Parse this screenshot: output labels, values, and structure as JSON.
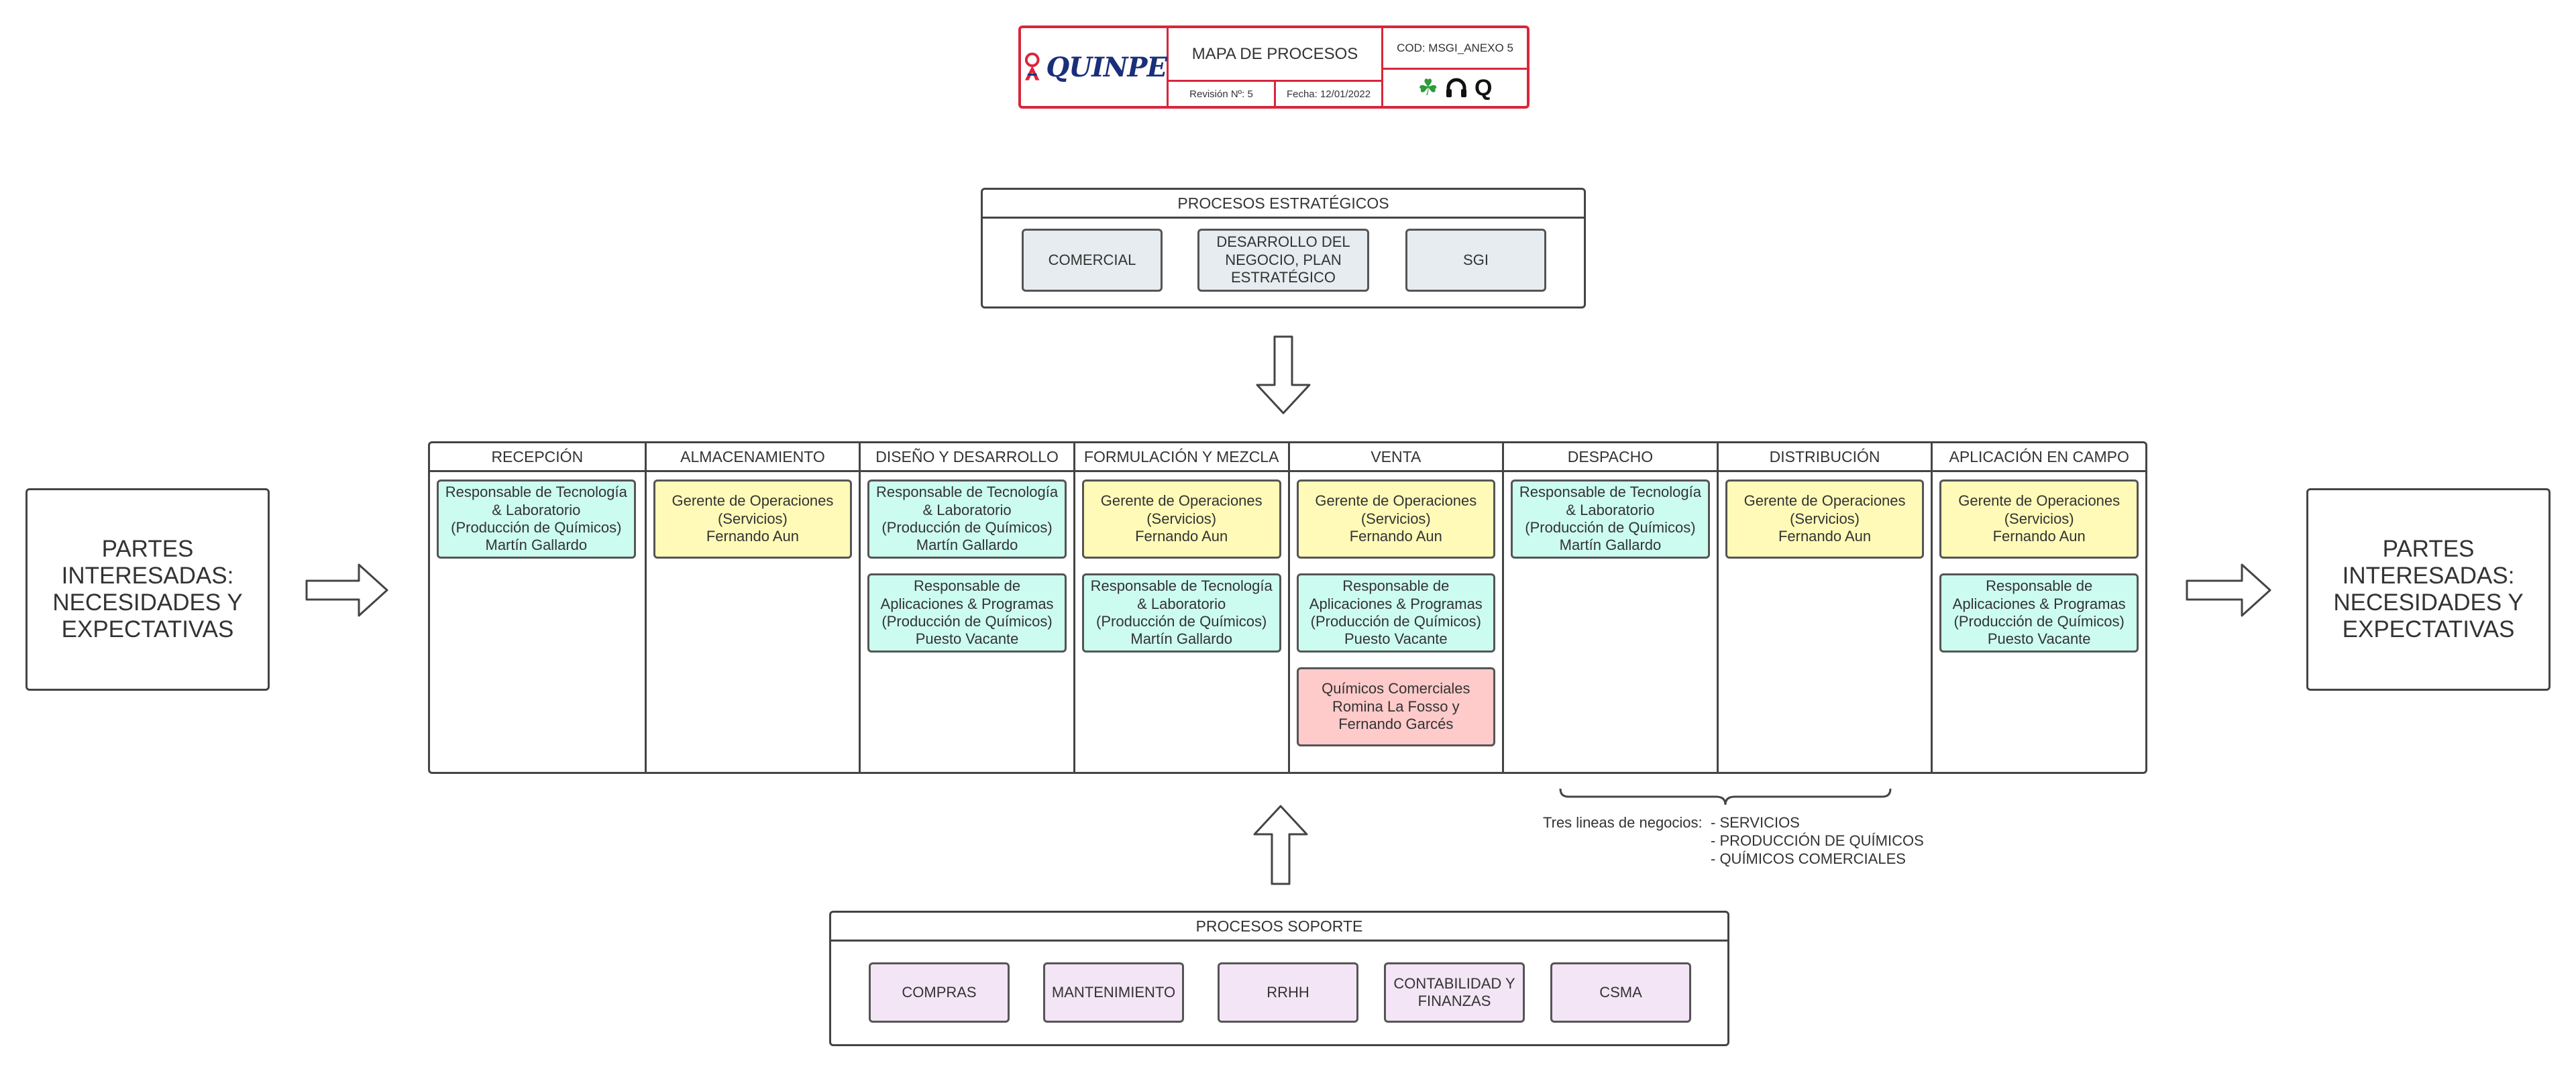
{
  "header": {
    "logo_text": "QUINPE",
    "title": "MAPA DE PROCESOS",
    "revision": "Revisión Nº: 5",
    "fecha": "Fecha: 12/01/2022",
    "cod": "COD: MSGI_ANEXO 5",
    "icons": [
      "clover-icon",
      "headphones-icon",
      "q-letter-icon"
    ]
  },
  "estrategicos": {
    "title": "PROCESOS ESTRATÉGICOS",
    "items": [
      "COMERCIAL",
      "DESARROLLO DEL NEGOCIO, PLAN ESTRATÉGICO",
      "SGI"
    ]
  },
  "partes_left": "PARTES INTERESADAS: NECESIDADES Y EXPECTATIVAS",
  "partes_right": "PARTES INTERESADAS: NECESIDADES Y EXPECTATIVAS",
  "procesos": {
    "columns": [
      {
        "title": "RECEPCIÓN",
        "cards": [
          {
            "color": "cyan",
            "lines": [
              "Responsable de Tecnología",
              "& Laboratorio",
              "(Producción de Químicos)",
              "Martín Gallardo"
            ]
          }
        ]
      },
      {
        "title": "ALMACENAMIENTO",
        "cards": [
          {
            "color": "yellow",
            "lines": [
              "Gerente de Operaciones",
              "(Servicios)",
              "Fernando Aun"
            ]
          }
        ]
      },
      {
        "title": "DISEÑO Y DESARROLLO",
        "cards": [
          {
            "color": "cyan",
            "lines": [
              "Responsable de Tecnología",
              "& Laboratorio",
              "(Producción de Químicos)",
              "Martín Gallardo"
            ]
          },
          {
            "color": "cyan",
            "lines": [
              "Responsable de",
              "Aplicaciones & Programas",
              "(Producción de Químicos)",
              "Puesto Vacante"
            ]
          }
        ]
      },
      {
        "title": "FORMULACIÓN Y MEZCLA",
        "cards": [
          {
            "color": "yellow",
            "lines": [
              "Gerente de Operaciones",
              "(Servicios)",
              "Fernando Aun"
            ]
          },
          {
            "color": "cyan",
            "lines": [
              "Responsable de Tecnología",
              "& Laboratorio",
              "(Producción de Químicos)",
              "Martín Gallardo"
            ]
          }
        ]
      },
      {
        "title": "VENTA",
        "cards": [
          {
            "color": "yellow",
            "lines": [
              "Gerente de Operaciones",
              "(Servicios)",
              "Fernando Aun"
            ]
          },
          {
            "color": "cyan",
            "lines": [
              "Responsable de",
              "Aplicaciones & Programas",
              "(Producción de Químicos)",
              "Puesto Vacante"
            ]
          },
          {
            "color": "pink",
            "lines": [
              "Químicos Comerciales",
              "Romina La Fosso y",
              "Fernando Garcés"
            ]
          }
        ]
      },
      {
        "title": "DESPACHO",
        "cards": [
          {
            "color": "cyan",
            "lines": [
              "Responsable de Tecnología",
              "& Laboratorio",
              "(Producción de Químicos)",
              "Martín Gallardo"
            ]
          }
        ]
      },
      {
        "title": "DISTRIBUCIÓN",
        "cards": [
          {
            "color": "yellow",
            "lines": [
              "Gerente de Operaciones",
              "(Servicios)",
              "Fernando Aun"
            ]
          }
        ]
      },
      {
        "title": "APLICACIÓN EN CAMPO",
        "cards": [
          {
            "color": "yellow",
            "lines": [
              "Gerente de Operaciones",
              "(Servicios)",
              "Fernando Aun"
            ]
          },
          {
            "color": "cyan",
            "lines": [
              "Responsable de",
              "Aplicaciones & Programas",
              "(Producción de Químicos)",
              "Puesto Vacante"
            ]
          }
        ]
      }
    ]
  },
  "lineas": {
    "label": "Tres lineas de negocios:",
    "items": [
      "- SERVICIOS",
      "- PRODUCCIÓN DE QUÍMICOS",
      "- QUÍMICOS COMERCIALES"
    ]
  },
  "soporte": {
    "title": "PROCESOS SOPORTE",
    "items": [
      "COMPRAS",
      "MANTENIMIENTO",
      "RRHH",
      "CONTABILIDAD Y FINANZAS",
      "CSMA"
    ]
  },
  "colors": {
    "header_border": "#d9263b",
    "logo": "#1a2f7a",
    "gray": "#e6ecef",
    "cyan": "#ccfbf0",
    "yellow": "#fffab8",
    "pink": "#fecaca",
    "lavender": "#f3e5f5",
    "clover": "#2e9b3a"
  }
}
